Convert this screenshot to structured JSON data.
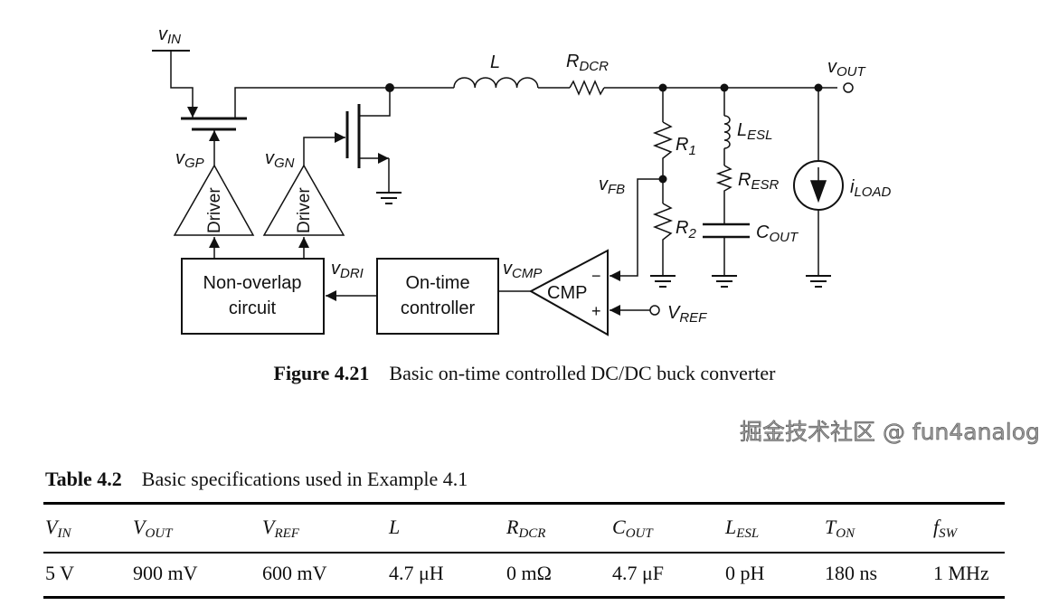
{
  "figure": {
    "labels": {
      "vin": "v",
      "vin_sub": "IN",
      "vgp": "v",
      "vgp_sub": "GP",
      "vgn": "v",
      "vgn_sub": "GN",
      "driver1": "Driver",
      "driver2": "Driver",
      "L": "L",
      "rdcr": "R",
      "rdcr_sub": "DCR",
      "vout": "v",
      "vout_sub": "OUT",
      "r1": "R",
      "r1_sub": "1",
      "r2": "R",
      "r2_sub": "2",
      "vfb": "v",
      "vfb_sub": "FB",
      "lesl": "L",
      "lesl_sub": "ESL",
      "resr": "R",
      "resr_sub": "ESR",
      "cout": "C",
      "cout_sub": "OUT",
      "iload": "i",
      "iload_sub": "LOAD",
      "cmp": "CMP",
      "minus": "−",
      "plus": "+",
      "vref": "V",
      "vref_sub": "REF",
      "vcmp": "v",
      "vcmp_sub": "CMP",
      "vdri": "v",
      "vdri_sub": "DRI",
      "nonoverlap_1": "Non-overlap",
      "nonoverlap_2": "circuit",
      "ontime_1": "On-time",
      "ontime_2": "controller"
    },
    "caption_num": "Figure 4.21",
    "caption_text": "Basic on-time controlled DC/DC buck converter"
  },
  "table": {
    "title_num": "Table 4.2",
    "title_text": "Basic specifications used in Example 4.1",
    "headers": [
      {
        "main": "V",
        "sub": "IN"
      },
      {
        "main": "V",
        "sub": "OUT"
      },
      {
        "main": "V",
        "sub": "REF"
      },
      {
        "main": "L",
        "sub": ""
      },
      {
        "main": "R",
        "sub": "DCR"
      },
      {
        "main": "C",
        "sub": "OUT"
      },
      {
        "main": "L",
        "sub": "ESL"
      },
      {
        "main": "T",
        "sub": "ON"
      },
      {
        "main": "f",
        "sub": "SW"
      }
    ],
    "values": [
      "5 V",
      "900 mV",
      "600 mV",
      "4.7 μH",
      "0 mΩ",
      "4.7 μF",
      "0 pH",
      "180 ns",
      "1 MHz"
    ]
  },
  "watermark": "掘金技术社区 @ fun4analog"
}
